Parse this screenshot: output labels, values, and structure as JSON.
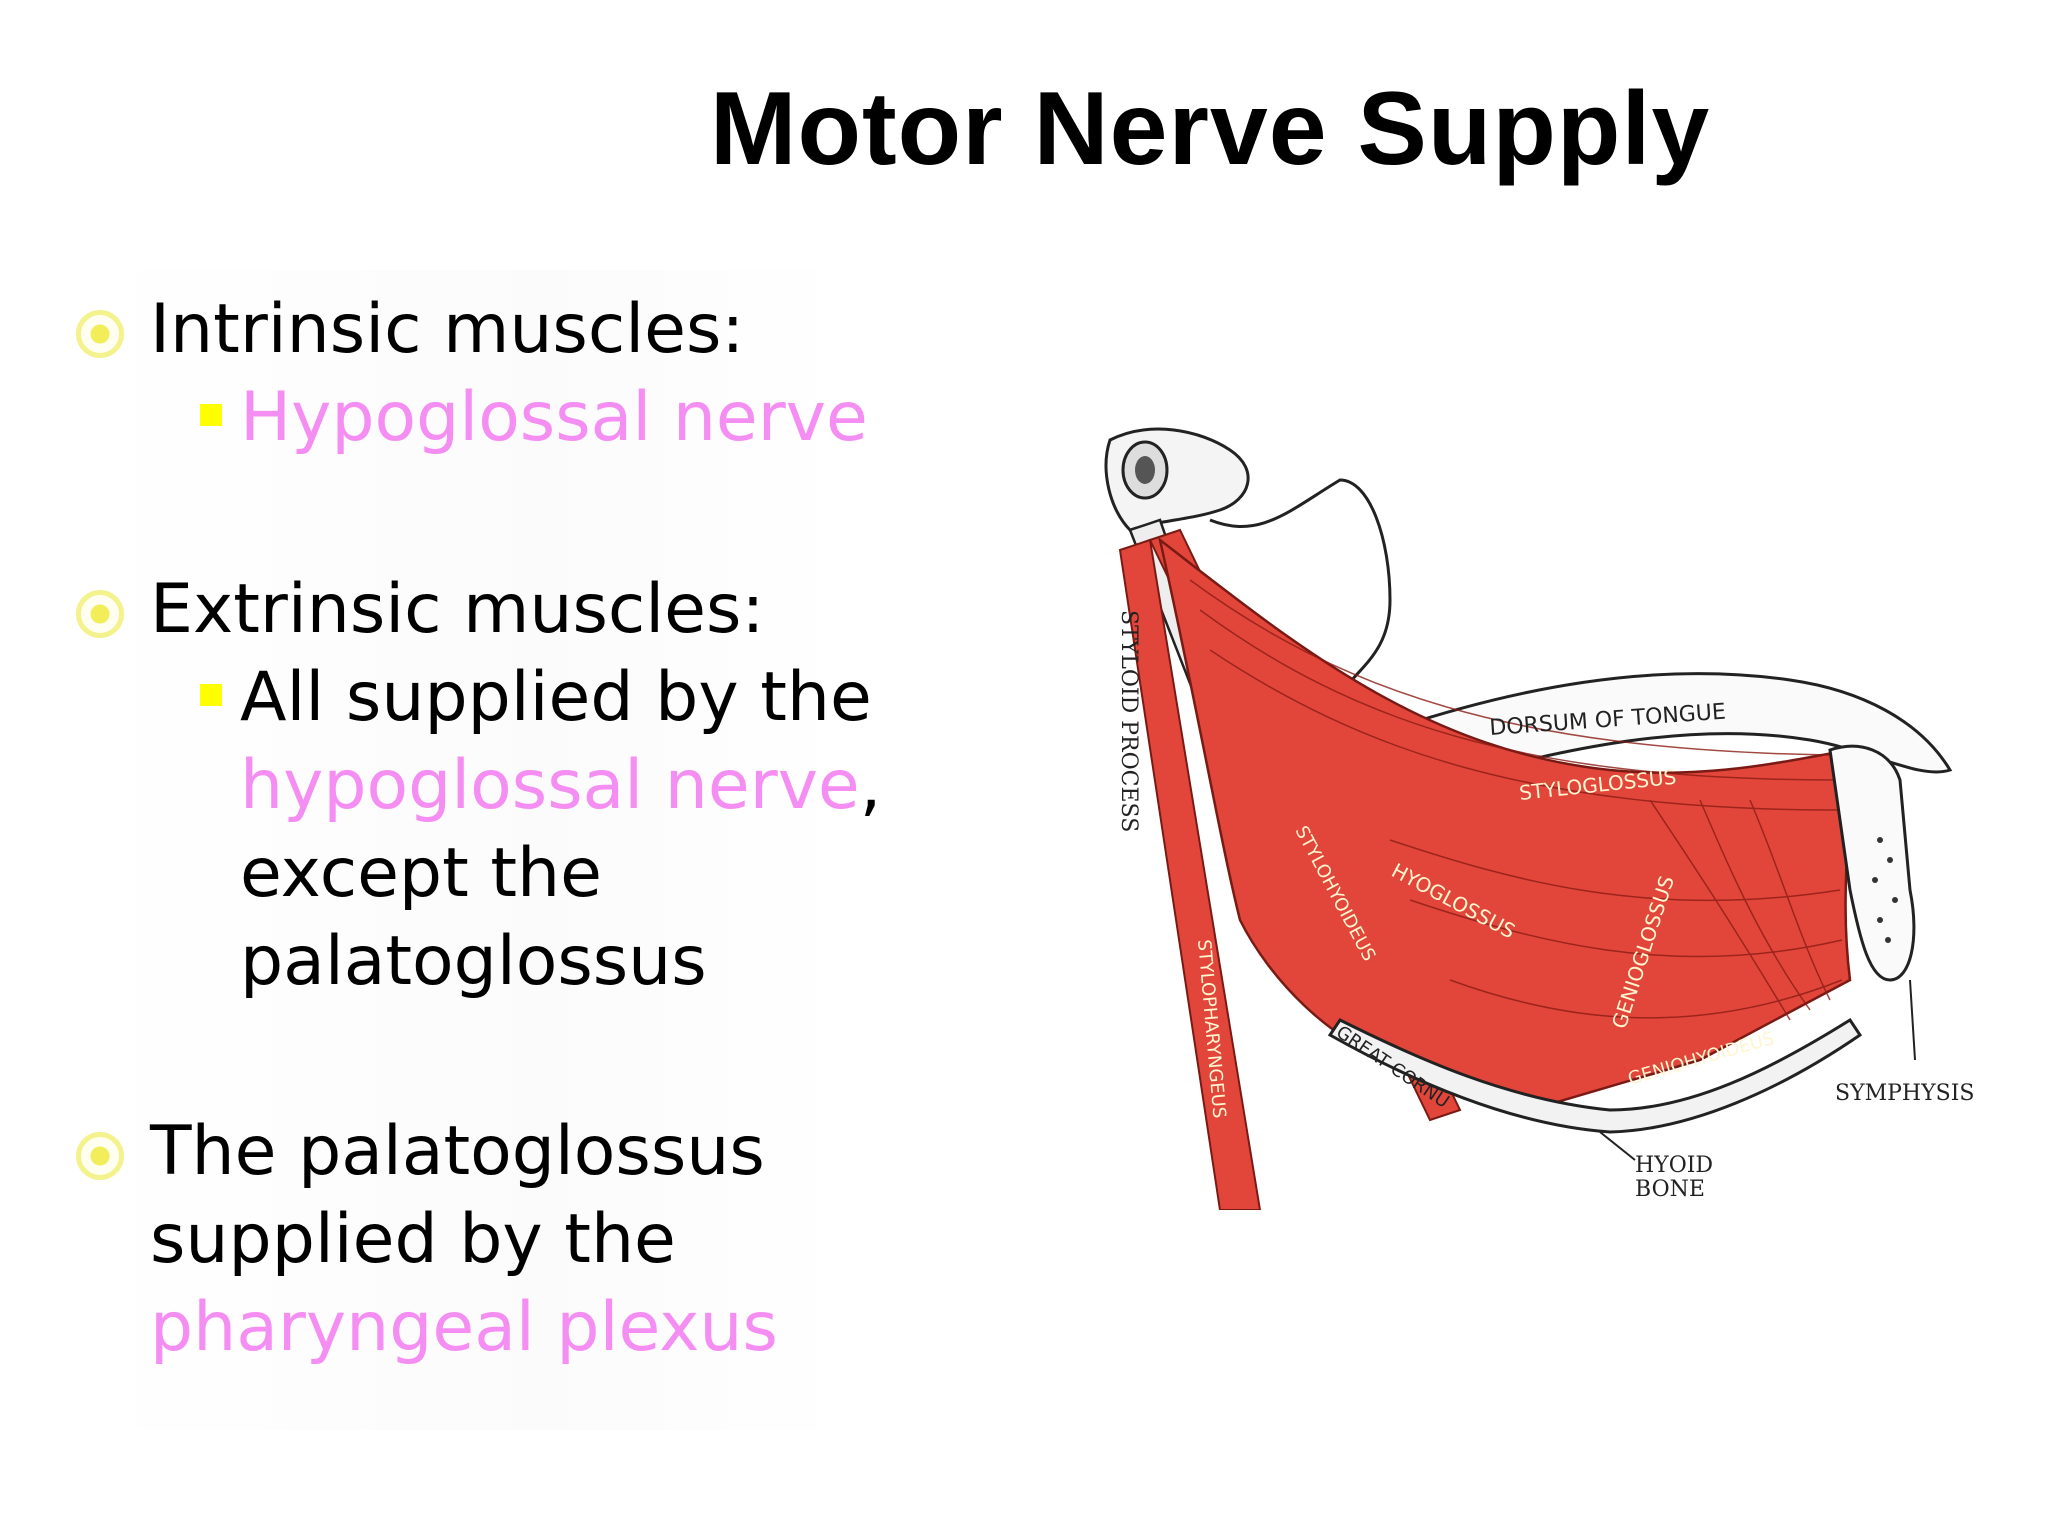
{
  "title": "Motor Nerve Supply",
  "items": [
    {
      "heading": "Intrinsic muscles:",
      "sub": {
        "lines": [
          {
            "parts": [
              {
                "text": "Hypoglossal nerve",
                "color": "pink"
              }
            ]
          }
        ]
      }
    },
    {
      "heading": "Extrinsic muscles:",
      "sub": {
        "lines": [
          {
            "parts": [
              {
                "text": "All supplied by the",
                "color": "black"
              }
            ]
          },
          {
            "parts": [
              {
                "text": "hypoglossal nerve",
                "color": "pink"
              },
              {
                "text": ",",
                "color": "black"
              }
            ]
          },
          {
            "parts": [
              {
                "text": "except  the",
                "color": "black"
              }
            ]
          },
          {
            "parts": [
              {
                "text": "palatoglossus",
                "color": "black"
              }
            ]
          }
        ]
      }
    },
    {
      "lines": [
        {
          "parts": [
            {
              "text": "The palatoglossus",
              "color": "black"
            }
          ]
        },
        {
          "parts": [
            {
              "text": "supplied by the",
              "color": "black"
            }
          ]
        },
        {
          "parts": [
            {
              "text": "pharyngeal plexus",
              "color": "pink"
            }
          ]
        }
      ]
    }
  ],
  "figure": {
    "labels": {
      "styloid": "STYLOID  PROCESS",
      "dorsum": "DORSUM OF TONGUE",
      "styloglossus": "STYLOGLOSSUS",
      "stylohyoideus": "STYLOHYOIDEUS",
      "hyoglossus": "HYOGLOSSUS",
      "genioglossus": "GENIOGLOSSUS",
      "geniohyoideus": "GENIOHYOIDEUS",
      "great_cornu": "GREAT CORNU",
      "stylopharyngeus": "STYLOPHARYNGEUS",
      "symphysis": "SYMPHYSIS",
      "hyoid": "HYOID",
      "bone": "BONE"
    }
  },
  "colors": {
    "pink": "#f58ef2",
    "muscle": "#e2463a",
    "bullet": "#f1ee5a",
    "square": "#ffff00"
  }
}
